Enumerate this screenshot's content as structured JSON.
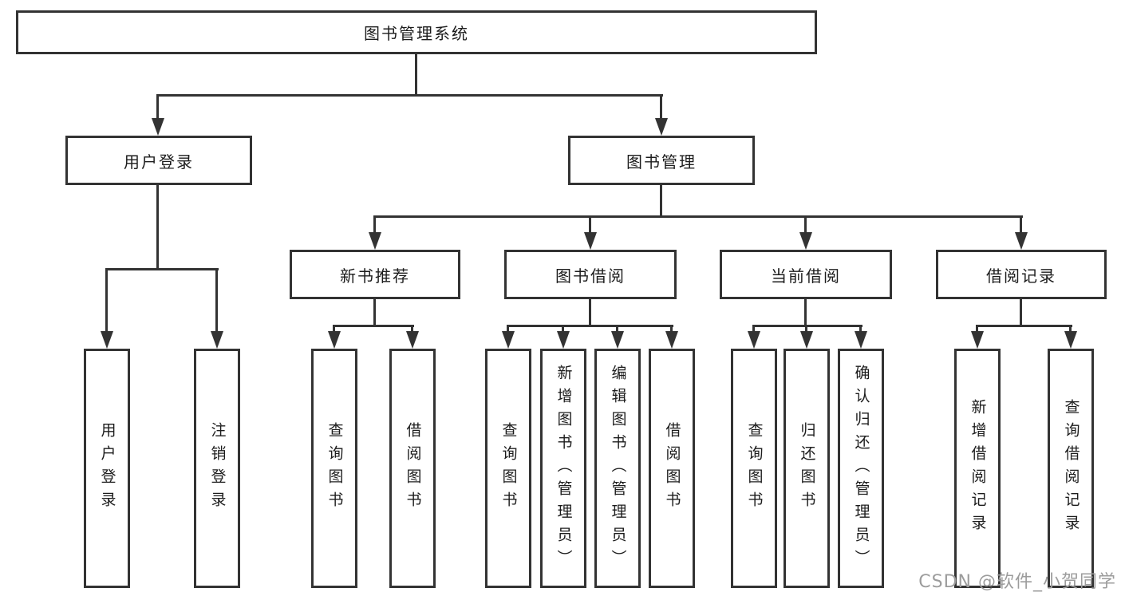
{
  "colors": {
    "background": "#ffffff",
    "line": "#333333",
    "text": "#1c1c1c",
    "watermark": "#9c9c9c"
  },
  "watermark": {
    "text": "CSDN @软件_小贺同学"
  },
  "tree": {
    "root": {
      "label": "图书管理系统"
    },
    "branches": [
      {
        "label": "用户登录",
        "children": [
          {
            "label": "用户登录"
          },
          {
            "label": "注销登录"
          }
        ]
      },
      {
        "label": "图书管理",
        "groups": [
          {
            "label": "新书推荐",
            "children": [
              {
                "label": "查询图书"
              },
              {
                "label": "借阅图书"
              }
            ]
          },
          {
            "label": "图书借阅",
            "children": [
              {
                "label": "查询图书"
              },
              {
                "label": "新增图书（管理员）"
              },
              {
                "label": "编辑图书（管理员）"
              },
              {
                "label": "借阅图书"
              }
            ]
          },
          {
            "label": "当前借阅",
            "children": [
              {
                "label": "查询图书"
              },
              {
                "label": "归还图书"
              },
              {
                "label": "确认归还（管理员）"
              }
            ]
          },
          {
            "label": "借阅记录",
            "children": [
              {
                "label": "新增借阅记录"
              },
              {
                "label": "查询借阅记录"
              }
            ]
          }
        ]
      }
    ]
  }
}
